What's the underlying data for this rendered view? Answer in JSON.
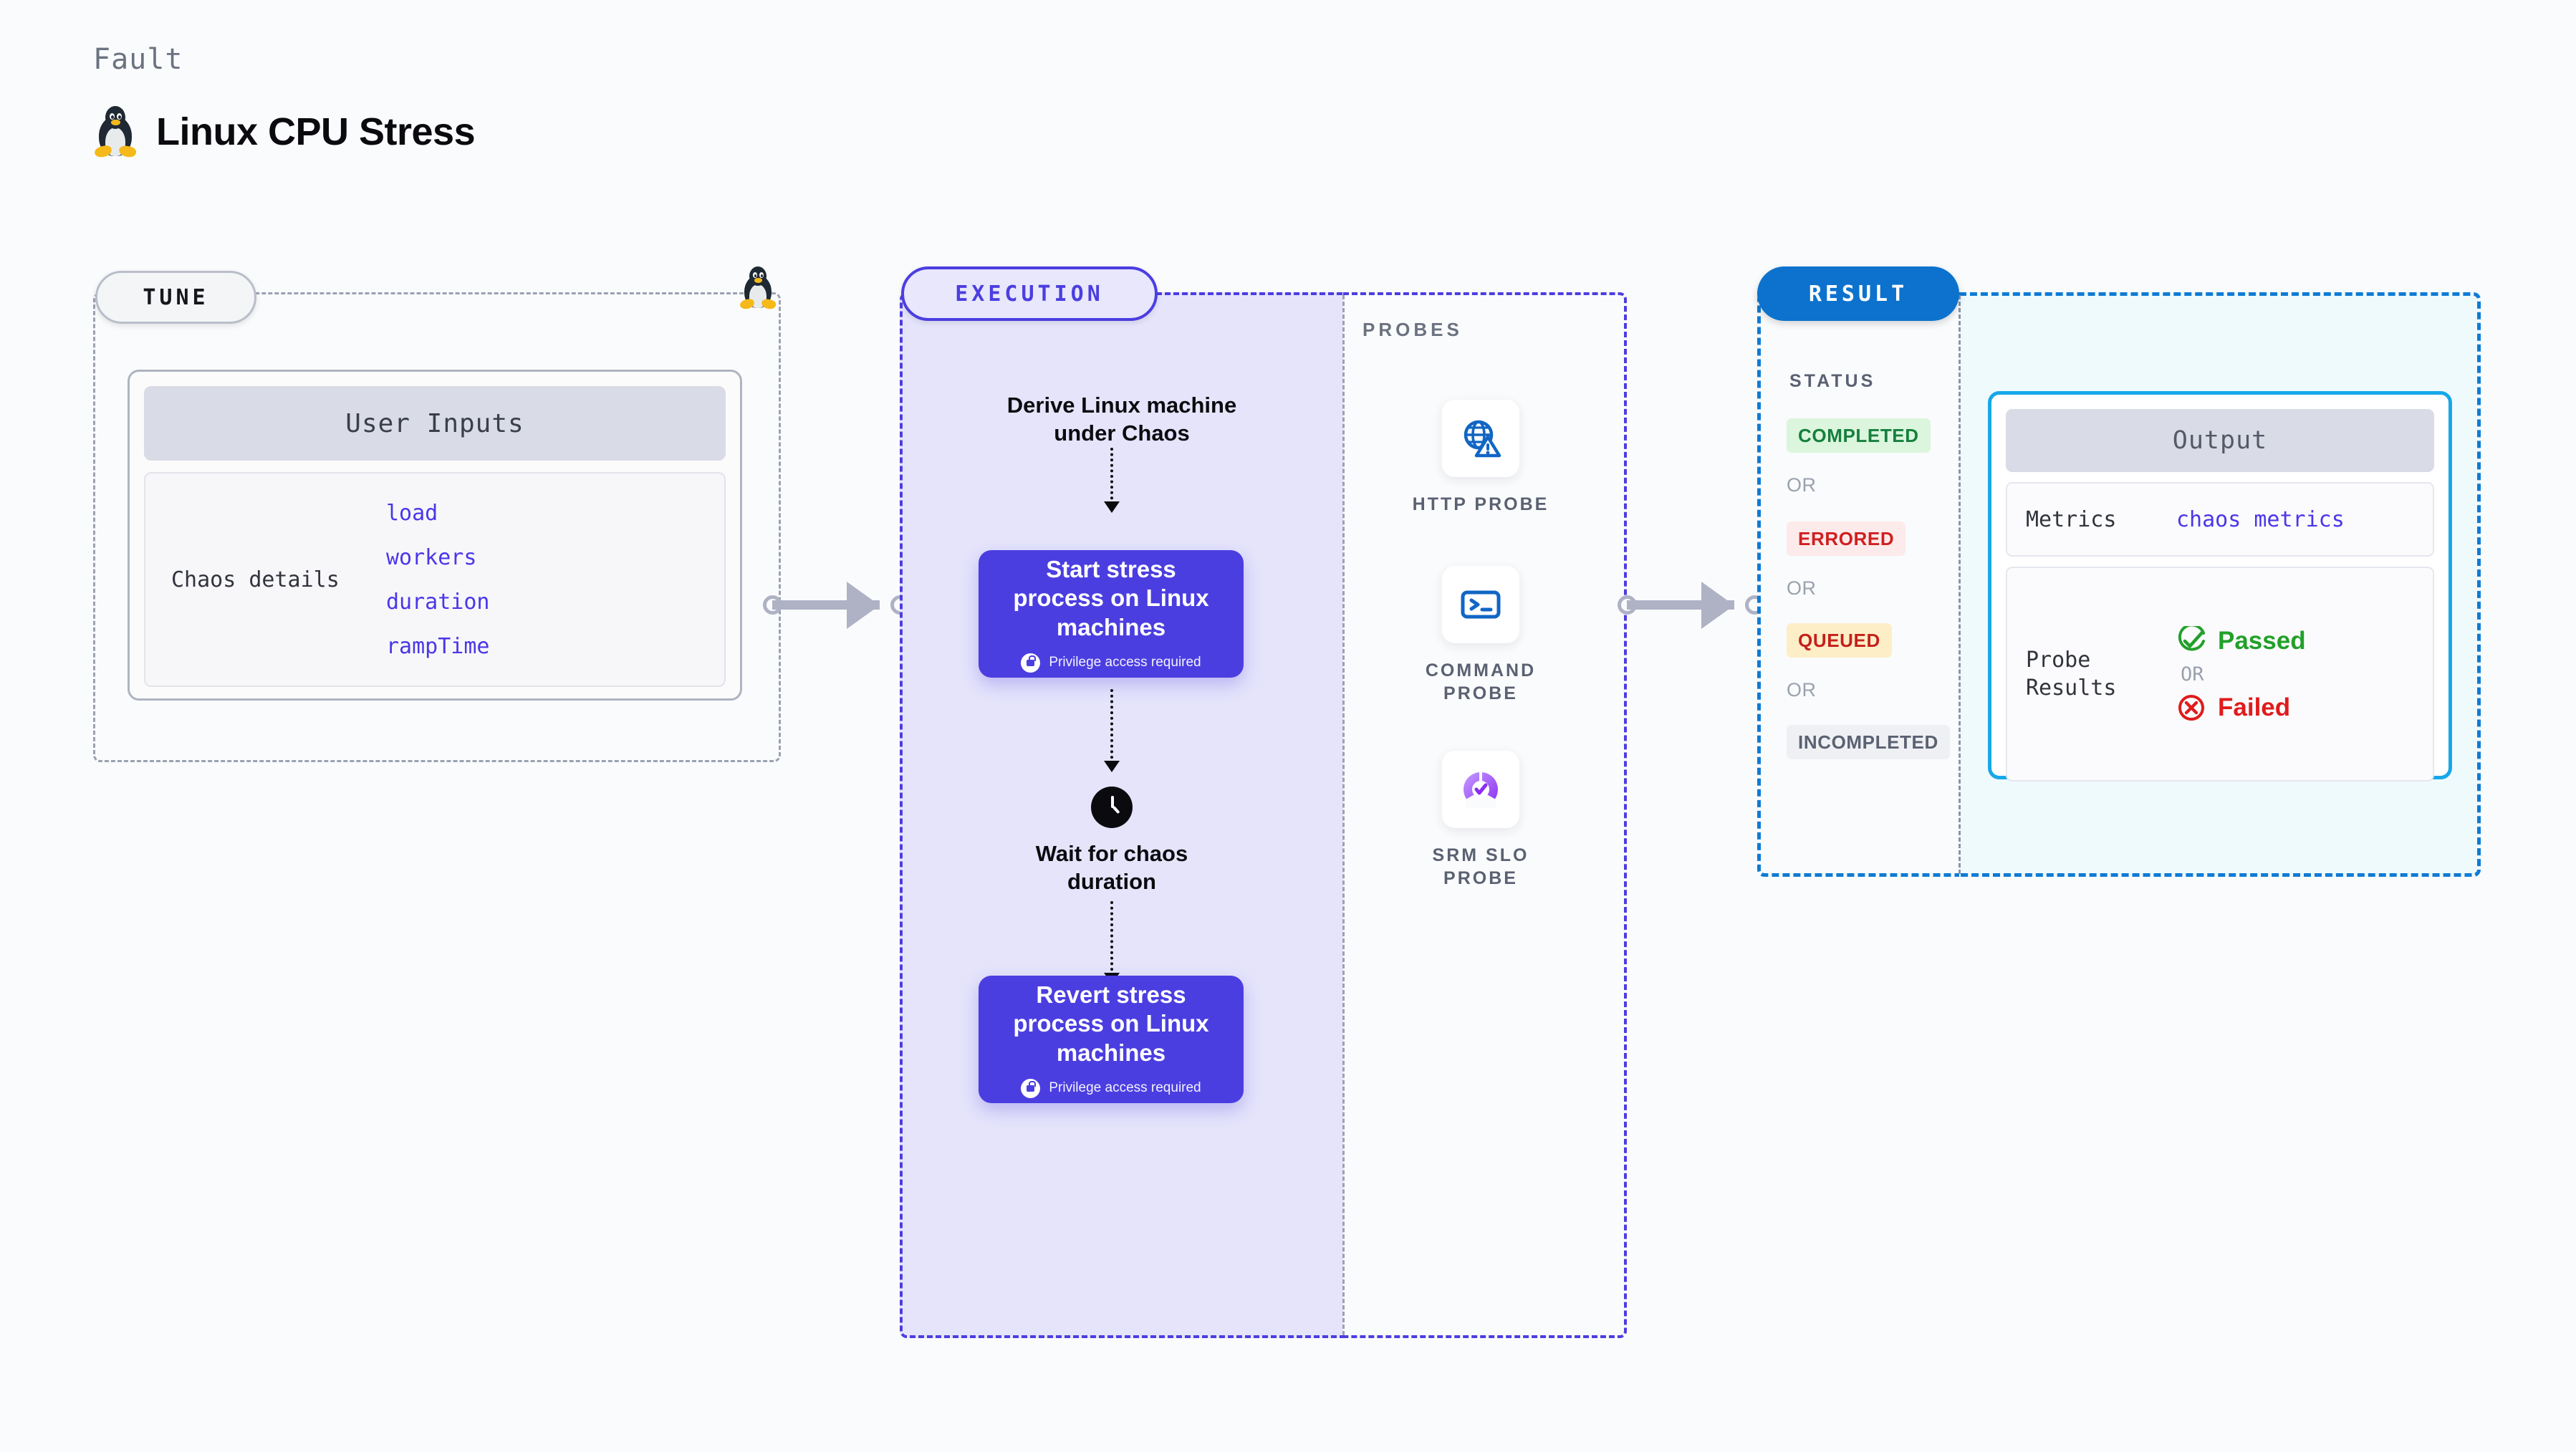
{
  "header": {
    "kicker": "Fault",
    "title": "Linux CPU Stress",
    "icon": "linux-penguin-icon"
  },
  "tune": {
    "pill_label": "TUNE",
    "card_header": "User Inputs",
    "details_label": "Chaos details",
    "params": [
      "load",
      "workers",
      "duration",
      "rampTime"
    ]
  },
  "execution": {
    "pill_label": "EXECUTION",
    "derive_text": "Derive Linux machine\nunder Chaos",
    "start_step": {
      "title": "Start stress\nprocess on Linux\nmachines",
      "note": "Privilege access required",
      "note_icon": "lock-icon",
      "brand_icon": "harness-logo-icon"
    },
    "wait_step": {
      "icon": "clock-icon",
      "text": "Wait for chaos\nduration"
    },
    "revert_step": {
      "title": "Revert stress\nprocess on Linux\nmachines",
      "note": "Privilege access required",
      "note_icon": "lock-icon",
      "brand_icon": "harness-logo-icon"
    }
  },
  "probes": {
    "section_label": "PROBES",
    "items": [
      {
        "caption": "HTTP  PROBE",
        "icon": "globe-warning-icon"
      },
      {
        "caption": "COMMAND\nPROBE",
        "icon": "terminal-icon"
      },
      {
        "caption": "SRM  SLO\nPROBE",
        "icon": "slo-donut-check-icon"
      }
    ]
  },
  "result": {
    "pill_label": "RESULT",
    "status_label": "STATUS",
    "or_text": "OR",
    "statuses": [
      {
        "label": "COMPLETED",
        "text_color": "#15803d",
        "bg_color": "#dcf5dd"
      },
      {
        "label": "ERRORED",
        "text_color": "#cf2020",
        "bg_color": "#fdeaea"
      },
      {
        "label": "QUEUED",
        "text_color": "#c4201b",
        "bg_color": "#fdeec7"
      },
      {
        "label": "INCOMPLETED",
        "text_color": "#5a6172",
        "bg_color": "#eff0f4"
      }
    ],
    "output": {
      "header": "Output",
      "metrics_key": "Metrics",
      "metrics_value": "chaos metrics",
      "probe_results_key": "Probe\nResults",
      "passed_label": "Passed",
      "passed_icon": "check-circle-icon",
      "failed_label": "Failed",
      "failed_icon": "x-circle-icon",
      "or_text": "OR"
    }
  },
  "colors": {
    "page_bg": "#fafbfc",
    "brand_purple": "#4b3ee0",
    "exec_fill": "#e5e4fb",
    "result_blue": "#0c72cd",
    "result_fill": "#effafd",
    "output_border": "#18a7e8",
    "harness_pink": "#f9629f",
    "param_blue": "#4b36e8",
    "pass_green": "#22a02a",
    "fail_red": "#e01b1b"
  }
}
